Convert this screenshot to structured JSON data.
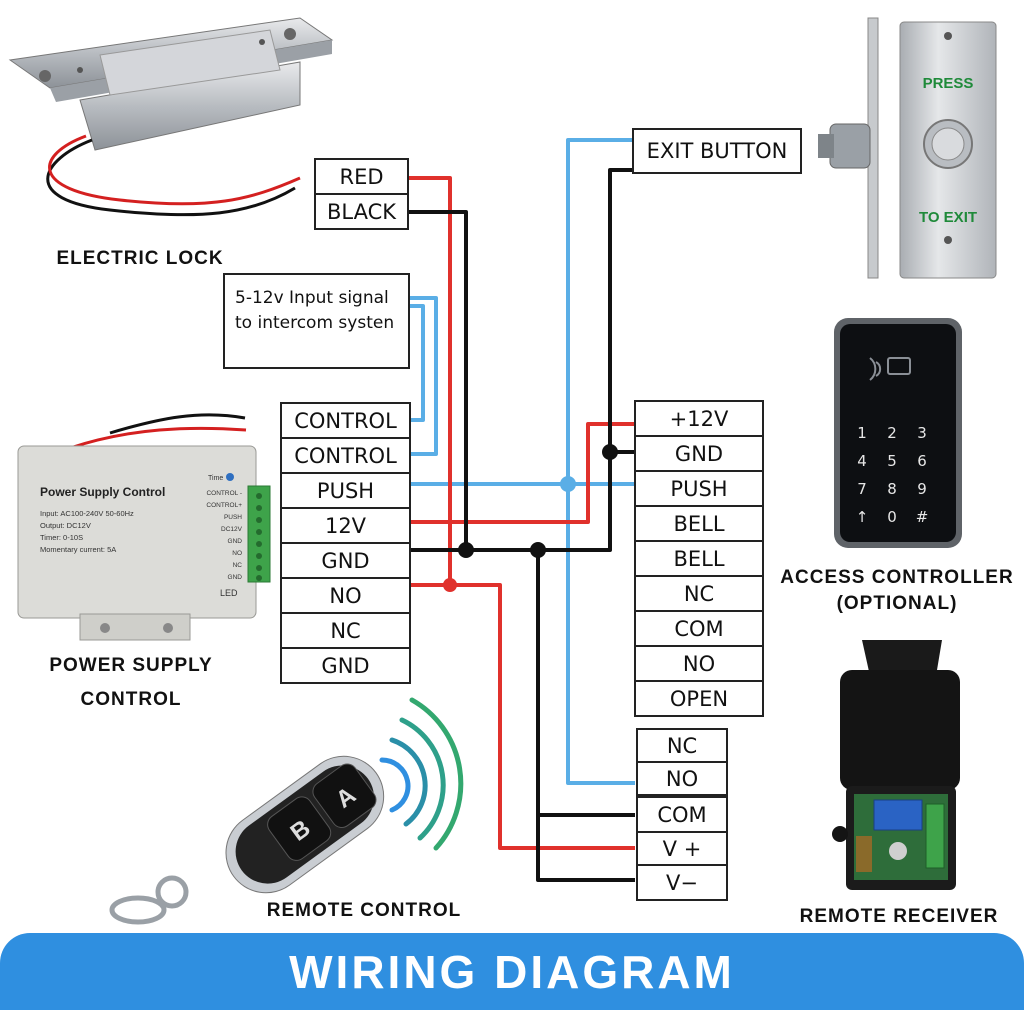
{
  "banner": {
    "title": "WIRING DIAGRAM"
  },
  "captions": {
    "electric_lock": "ELECTRIC LOCK",
    "power_supply": [
      "POWER SUPPLY",
      "CONTROL"
    ],
    "access_controller": [
      "ACCESS CONTROLLER",
      "(OPTIONAL)"
    ],
    "remote_receiver": "REMOTE RECEIVER",
    "remote_control": "REMOTE CONTROL"
  },
  "lock_terminals": [
    "RED",
    "BLACK"
  ],
  "note": "5-12v Input signal to intercom systen",
  "exit_button": {
    "label": "EXIT BUTTON",
    "plate_top": "PRESS",
    "plate_bottom": "TO EXIT"
  },
  "power_terminals": [
    "CONTROL",
    "CONTROL",
    "PUSH",
    "12V",
    "GND",
    "NO",
    "NC",
    "GND"
  ],
  "controller_terminals": [
    "+12V",
    "GND",
    "PUSH",
    "BELL",
    "BELL",
    "NC",
    "COM",
    "NO",
    "OPEN"
  ],
  "receiver_terminals": [
    "NC",
    "NO",
    "COM",
    "V +",
    "V−"
  ],
  "power_device": {
    "title": "Power Supply Control",
    "specs": [
      "Input: AC100-240V 50-60Hz",
      "Output: DC12V",
      "Timer: 0-10S",
      "Momentary  current: 5A"
    ],
    "timer": "Time",
    "pins": [
      "CONTROL -",
      "CONTROL+",
      "PUSH",
      "DC12V",
      "GND",
      "NO",
      "NC",
      "GND"
    ],
    "led": "LED"
  },
  "keypad": {
    "keys": [
      "1",
      "2",
      "3",
      "4",
      "5",
      "6",
      "7",
      "8",
      "9",
      "↑",
      "0",
      "#"
    ]
  },
  "remote": {
    "buttons": [
      "A",
      "B"
    ]
  },
  "colors": {
    "red_wire": "#e0312c",
    "black_wire": "#111111",
    "blue_wire": "#5aaee6",
    "banner": "#2f8fe0"
  }
}
